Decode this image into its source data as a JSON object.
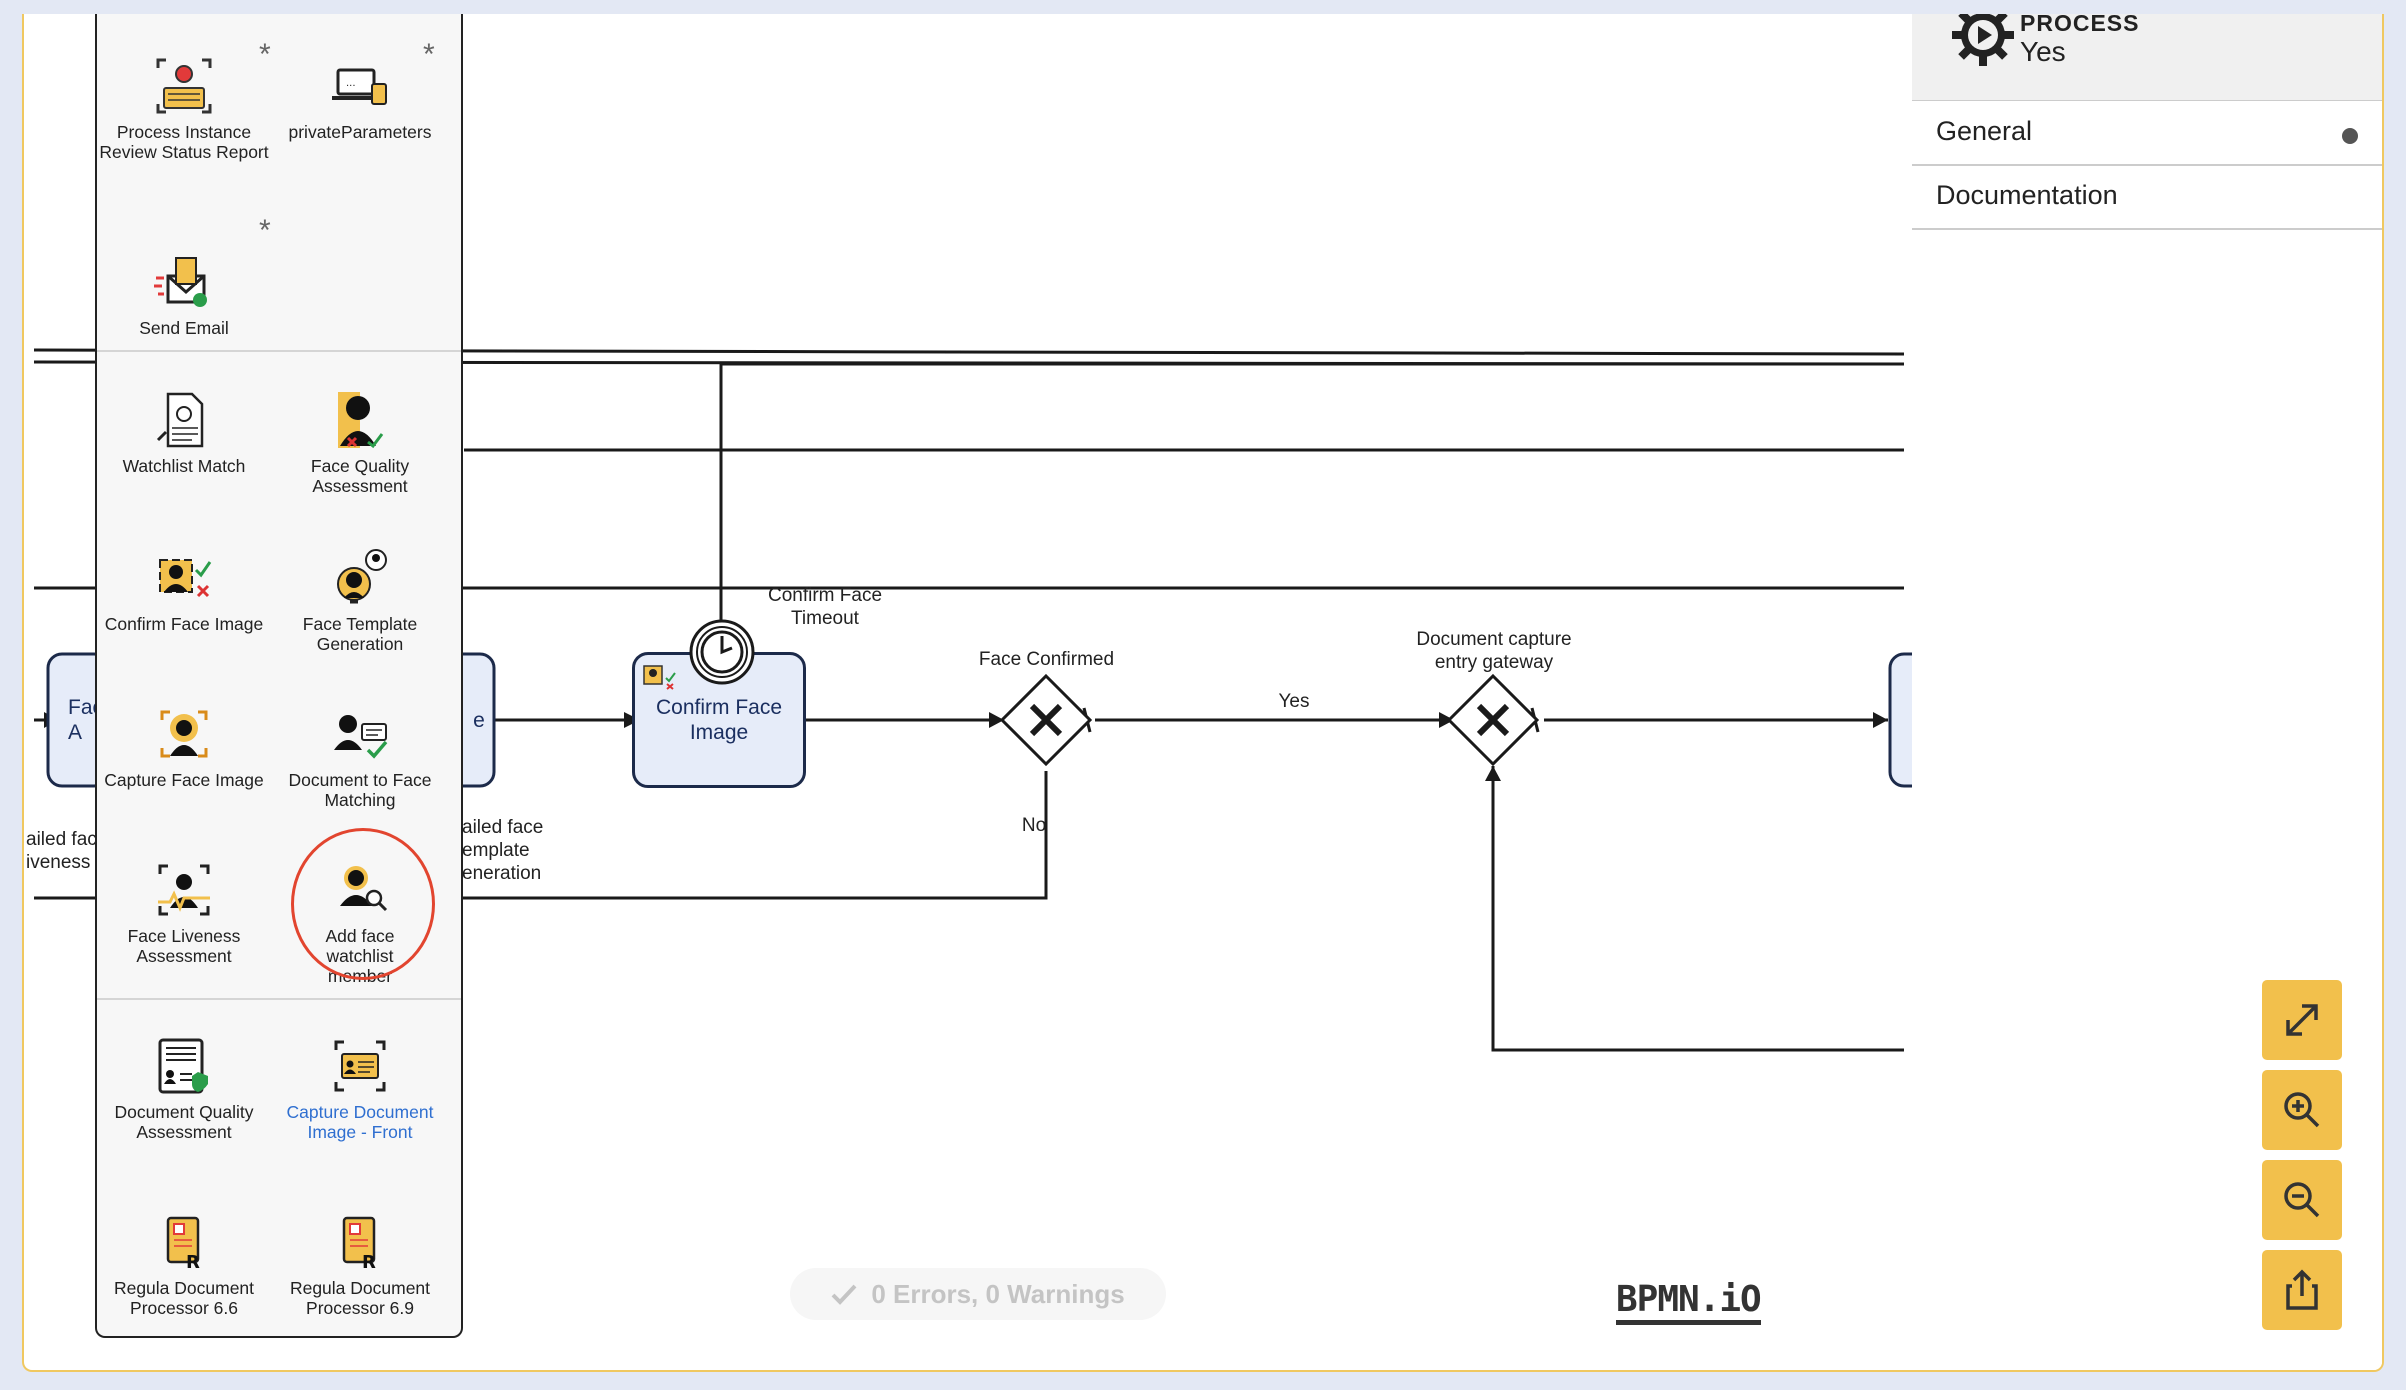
{
  "diagram": {
    "labels": {
      "timeout": "Confirm Face Timeout",
      "face_confirmed": "Face Confirmed",
      "yes": "Yes",
      "no": "No",
      "doc_gateway": "Document capture entry gateway",
      "failed_template": "ailed face emplate eneration",
      "failed_liveness": "ailed fac iveness"
    },
    "tasks": {
      "confirm_face": "Confirm Face Image",
      "left_partial": "Fac A",
      "mid_partial": "e"
    }
  },
  "palette": {
    "items": [
      "Process Instance Review Status Report",
      "privateParameters",
      "Send Email",
      "Watchlist Match",
      "Face Quality Assessment",
      "Confirm Face Image",
      "Face Template Generation",
      "Capture Face Image",
      "Document to Face Matching",
      "Face Liveness Assessment",
      "Add face watchlist member",
      "Document Quality Assessment",
      "Capture Document Image - Front",
      "Regula Document Processor 6.6",
      "Regula Document Processor 6.9"
    ],
    "star": "*"
  },
  "properties": {
    "title": "PROCESS",
    "subtitle": "Yes",
    "tabs": [
      "General",
      "Documentation"
    ]
  },
  "status": {
    "text": "0 Errors, 0 Warnings"
  },
  "logo": {
    "text": "BPMN.iO"
  },
  "colors": {
    "accent": "#f2c04c",
    "highlight": "#e2452f",
    "task_fill": "#e6ecf9",
    "task_stroke": "#1c2a4a"
  },
  "zoom_buttons": [
    "expand-icon",
    "zoom-in-icon",
    "zoom-out-icon",
    "share-icon"
  ]
}
